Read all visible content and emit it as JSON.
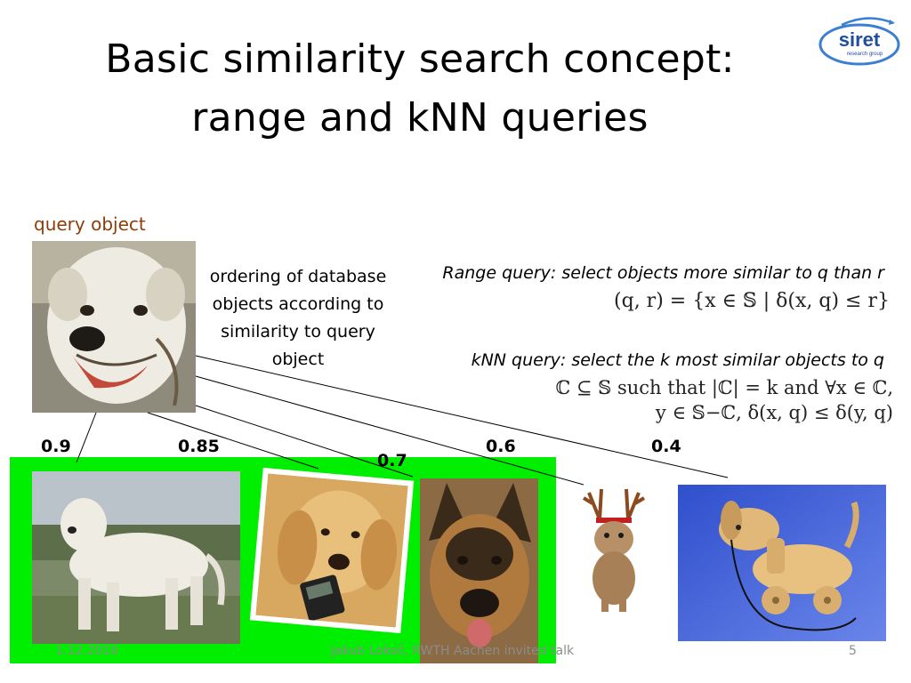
{
  "slide": {
    "title_line1": "Basic similarity search concept:",
    "title_line2": "range and kNN queries",
    "logo_text": "siret",
    "logo_subtext": "research group",
    "query_label": "query object",
    "ordering_text": "ordering of database objects according to similarity to query object",
    "range_text": "Range query: select objects more similar to q than r",
    "range_formula": "(q, r) = {x ∈ 𝕊 | δ(x, q) ≤ r}",
    "knn_text": "kNN query: select the k most similar objects to q",
    "knn_formula_line1": "ℂ ⊆ 𝕊 such that |ℂ| = k and ∀x ∈ ℂ,",
    "knn_formula_line2": "y ∈ 𝕊−ℂ, δ(x, q) ≤ δ(y, q)",
    "scores": [
      "0.9",
      "0.85",
      "0.7",
      "0.6",
      "0.4"
    ],
    "footer_date": "1.12.2010",
    "footer_author": "Jakub Lokoč, RWTH Aachen invited talk",
    "footer_page": "5"
  },
  "colors": {
    "highlight_green": "#00ee00",
    "query_label": "#8b3d0a",
    "logo_blue": "#1f4e9c"
  },
  "images": [
    {
      "name": "query-dog-photo",
      "icon": "white-dog-face"
    },
    {
      "name": "result-white-dog-photo",
      "icon": "white-dog-standing"
    },
    {
      "name": "result-golden-retriever-photo",
      "icon": "golden-retriever-with-phone"
    },
    {
      "name": "result-german-shepherd-photo",
      "icon": "german-shepherd"
    },
    {
      "name": "result-chihuahua-photo",
      "icon": "chihuahua-with-antlers"
    },
    {
      "name": "result-wooden-toy-dog-photo",
      "icon": "wooden-toy-dog"
    }
  ]
}
